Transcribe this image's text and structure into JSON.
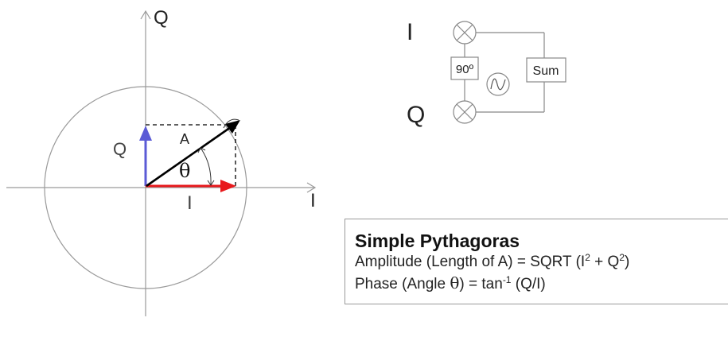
{
  "phasor": {
    "q_axis_label": "Q",
    "i_axis_label": "I",
    "q_component_label": "Q",
    "i_component_label": "I",
    "amplitude_label": "A",
    "angle_label": "θ",
    "colors": {
      "q_arrow": "#5b5bd6",
      "i_arrow": "#e8191c",
      "amplitude_arrow": "#000000",
      "circle": "#9a9a9a",
      "axes": "#9a9a9a"
    }
  },
  "mixer": {
    "i_label": "I",
    "q_label": "Q",
    "phase_block": "90º",
    "sum_block": "Sum",
    "oscillator_icon": "sine-wave-icon",
    "mixer_icon": "multiplier-icon"
  },
  "formulas": {
    "title": "Simple Pythagoras",
    "amp_prefix": "Amplitude (Length of A) = SQRT (I",
    "amp_sup1": "2",
    "amp_mid": " + Q",
    "amp_sup2": "2",
    "amp_suffix": ")",
    "phase_prefix": "Phase (Angle ",
    "phase_theta": "θ",
    "phase_mid": ") = tan",
    "phase_sup": "-1",
    "phase_suffix": " (Q/I)"
  }
}
